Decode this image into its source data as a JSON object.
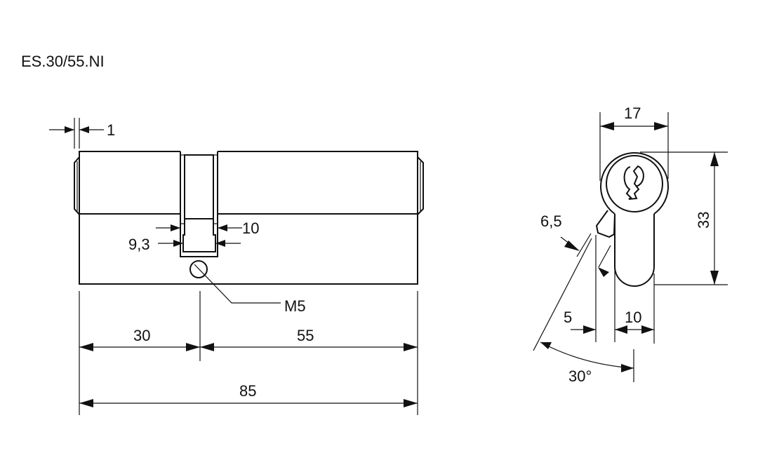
{
  "title": "ES.30/55.NI",
  "front_view": {
    "dim_flange": "1",
    "dim_cam_outer": "10",
    "dim_cam_inner": "9,3",
    "screw_label": "M5",
    "dim_left": "30",
    "dim_right": "55",
    "dim_total": "85"
  },
  "side_view": {
    "dim_width": "17",
    "dim_height": "33",
    "dim_cam_thickness": "6,5",
    "dim_offset": "5",
    "dim_lower_width": "10",
    "dim_angle": "30°"
  }
}
